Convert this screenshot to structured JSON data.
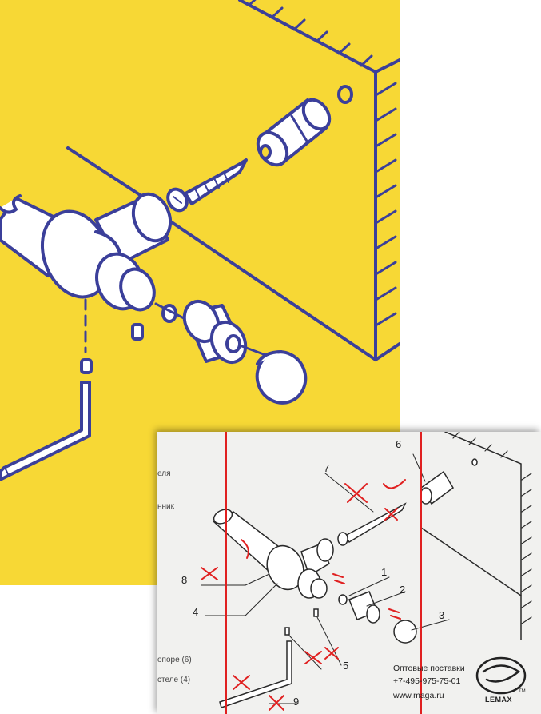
{
  "colors": {
    "yellow_bg": "#f7d835",
    "line_blue": "#3b3f9a",
    "red_marks": "#e02020",
    "scan_bg": "#f1f1ef"
  },
  "scan": {
    "partial_labels": [
      "еля",
      "нник",
      "опоре (6)",
      "стеле (4)"
    ],
    "part_numbers": {
      "n1": "1",
      "n2": "2",
      "n3": "3",
      "n4": "4",
      "n5": "5",
      "n6": "6",
      "n7": "7",
      "n8": "8",
      "n9": "9"
    },
    "contact": {
      "line1": "Оптовые поставки",
      "line2": "+7-495-975-75-01",
      "line3": "www.maga.ru"
    },
    "brand": "LEMAX",
    "brand_tm": "TM"
  }
}
